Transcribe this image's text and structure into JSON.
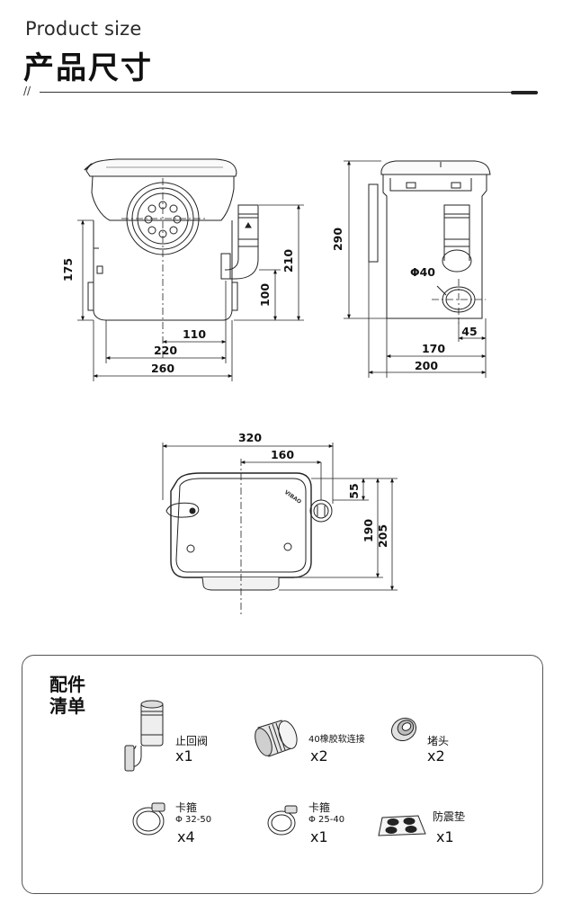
{
  "header": {
    "title_en": "Product size",
    "title_cn": "产品尺寸",
    "mark": "//"
  },
  "front_view": {
    "dimensions": {
      "height_175": "175",
      "height_100": "100",
      "height_210": "210",
      "width_110": "110",
      "width_220": "220",
      "width_260": "260"
    }
  },
  "side_view": {
    "dimensions": {
      "height_290": "290",
      "diameter": "Φ40",
      "offset_45": "45",
      "depth_170": "170",
      "depth_200": "200"
    }
  },
  "top_view": {
    "brand_mark": "VIBAO",
    "dimensions": {
      "width_320": "320",
      "width_160": "160",
      "offset_55": "55",
      "depth_190": "190",
      "depth_205": "205"
    }
  },
  "accessories": {
    "title": "配件\n清单",
    "items": [
      {
        "name": "止回阀",
        "sub": "",
        "qty": "x1",
        "icon": "check-valve-icon"
      },
      {
        "name": "40橡胶软连接",
        "sub": "",
        "qty": "x2",
        "icon": "rubber-connector-icon"
      },
      {
        "name": "堵头",
        "sub": "",
        "qty": "x2",
        "icon": "plug-icon"
      },
      {
        "name": "卡箍",
        "sub": "Φ 32-50",
        "qty": "x4",
        "icon": "hose-clamp-icon"
      },
      {
        "name": "卡箍",
        "sub": "Φ 25-40",
        "qty": "x1",
        "icon": "hose-clamp-icon"
      },
      {
        "name": "防震垫",
        "sub": "",
        "qty": "x1",
        "icon": "anti-vibration-pad-icon"
      }
    ]
  }
}
